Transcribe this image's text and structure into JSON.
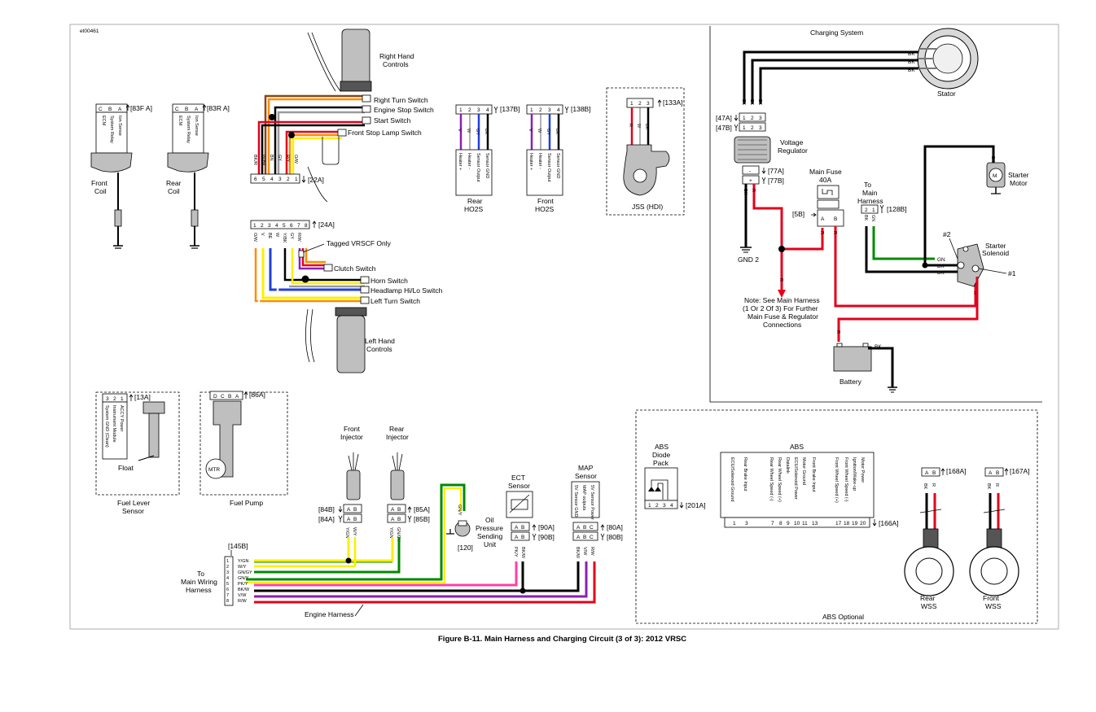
{
  "figure_id": "et00461",
  "caption": "Figure B-11. Main Harness and Charging Circuit (3 of 3): 2012 VRSC",
  "colors": {
    "black": "#000000",
    "red": "#e3001b",
    "green": "#008a00",
    "yellow": "#ffee00",
    "orange": "#ff8c00",
    "blue": "#1f3fe0",
    "violet": "#8b1fb4",
    "pink": "#ff3fa6",
    "brown": "#8b4513",
    "grey": "#9a9a9a",
    "white": "#ffffff"
  },
  "coils": {
    "front": {
      "conn": "[83F A]",
      "pins": [
        "C",
        "B",
        "A"
      ],
      "wires": [
        "ECM",
        "System Relay",
        "Ion Sense"
      ],
      "label1": "Front",
      "label2": "Coil"
    },
    "rear": {
      "conn": "[83R A]",
      "pins": [
        "C",
        "B",
        "A"
      ],
      "wires": [
        "ECM",
        "System Relay",
        "Ion Sense"
      ],
      "label1": "Rear",
      "label2": "Coil"
    }
  },
  "right_controls": {
    "label1": "Right Hand",
    "label2": "Controls",
    "switches": [
      "Right Turn Switch",
      "Engine Stop Switch",
      "Start Switch",
      "Front Stop Lamp Switch"
    ],
    "conn": "[22A]",
    "pins": [
      "6",
      "5",
      "4",
      "3",
      "2",
      "1"
    ],
    "wires": [
      "BK/R",
      "W/BK",
      "BN",
      "GY",
      "R/Y",
      "O/W"
    ]
  },
  "left_controls": {
    "label1": "Left Hand",
    "label2": "Controls",
    "conn": "[24A]",
    "pins": [
      "1",
      "2",
      "3",
      "4",
      "5",
      "6",
      "7",
      "8"
    ],
    "wires": [
      "O/W",
      "V",
      "BE",
      "W",
      "Y/BK",
      "GY",
      "R/W"
    ],
    "switches": [
      "Tagged VRSCF Only",
      "Clutch Switch",
      "Horn Switch",
      "Headlamp Hi/Lo Switch",
      "Left Turn Switch"
    ]
  },
  "ho2s": {
    "rear": {
      "conn": "[137B]",
      "pins": [
        "1",
        "2",
        "3",
        "4"
      ],
      "wires": [
        "V",
        "W",
        "GY",
        "BK"
      ],
      "funcs": [
        "Heater +",
        "Heater -",
        "Sensor Output",
        "Sensor GND"
      ],
      "label1": "Rear",
      "label2": "HO2S"
    },
    "front": {
      "conn": "[138B]",
      "pins": [
        "1",
        "2",
        "3",
        "4"
      ],
      "wires": [
        "V",
        "W",
        "GY",
        "BK"
      ],
      "funcs": [
        "Heater +",
        "Heater -",
        "Sensor Output",
        "Sensor GND"
      ],
      "label1": "Front",
      "label2": "HO2S"
    }
  },
  "jss": {
    "conn": "[133A]",
    "pins": [
      "1",
      "2",
      "3"
    ],
    "wires": [
      "R",
      "W",
      "BK"
    ],
    "label": "JSS (HDI)"
  },
  "charging": {
    "title": "Charging System",
    "stator": "Stator",
    "stator_wires": [
      "BK",
      "BK",
      "BK"
    ],
    "reg_conns": [
      "[47A]",
      "[47B]"
    ],
    "reg_pins": [
      "1",
      "2",
      "3"
    ],
    "regulator1": "Voltage",
    "regulator2": "Regulator",
    "conn77a": "[77A]",
    "conn77b": "[77B]",
    "pin_minus": "-",
    "pin_plus": "+",
    "gnd": "GND 2",
    "fuse1": "Main Fuse",
    "fuse2": "40A",
    "fuse_conn": "[5B]",
    "fuse_pins": [
      "A",
      "B"
    ],
    "to_main1": "To",
    "to_main2": "Main",
    "to_main3": "Harness",
    "conn128": "[128B]",
    "conn128_pins": [
      "2",
      "1"
    ],
    "conn128_wires": [
      "BK",
      "GN"
    ],
    "note": [
      "Note: See Main Harness",
      "(1 Or 2 Of 3) For Further",
      "Main Fuse & Regulator",
      "Connections"
    ],
    "starter_motor1": "Starter",
    "starter_motor2": "Motor",
    "motor_symbol": "M",
    "solenoid1": "Starter",
    "solenoid2": "Solenoid",
    "term2": "#2",
    "term1": "#1",
    "sol_wires": [
      "GN",
      "BK",
      "BK"
    ],
    "battery": "Battery",
    "w_r": "R",
    "w_bk": "BK",
    "w_gn": "GN"
  },
  "fuel_level": {
    "conn": "[13A]",
    "pins": [
      "3",
      "2",
      "1"
    ],
    "wires": [
      "System GND (Clean)",
      "Instrument Module",
      "ACCY Power"
    ],
    "float": "Float",
    "label1": "Fuel Lever",
    "label2": "Sensor"
  },
  "fuel_pump": {
    "conn": "[86A]",
    "pins": [
      "D",
      "C",
      "B",
      "A"
    ],
    "motor": "MTR",
    "label": "Fuel Pump"
  },
  "injectors": {
    "front": {
      "label1": "Front",
      "label2": "Injector",
      "conn1": "[84B]",
      "conn2": "[84A]",
      "pins": [
        "A",
        "B"
      ],
      "wires": [
        "Y/GN",
        "W/Y"
      ]
    },
    "rear": {
      "label1": "Rear",
      "label2": "Injector",
      "conn1": "[85A]",
      "conn2": "[85B]",
      "pins": [
        "A",
        "B"
      ],
      "wires": [
        "Y/GN",
        "GN/GY"
      ]
    }
  },
  "oil_pressure": {
    "wire": "GN/Y",
    "conn": "[120]",
    "label": [
      "Oil",
      "Pressure",
      "Sending",
      "Unit"
    ]
  },
  "ect": {
    "label1": "ECT",
    "label2": "Sensor",
    "conn1": "[90A]",
    "conn2": "[90B]",
    "pins": [
      "A",
      "B"
    ],
    "wires": [
      "PK/Y",
      "BK/W"
    ]
  },
  "map": {
    "label1": "MAP",
    "label2": "Sensor",
    "funcs": [
      "5V Sensor GND",
      "MAP outputs",
      "5V Sensor Power"
    ],
    "conn1": "[80A]",
    "conn2": "[80B]",
    "pins": [
      "A",
      "B",
      "C"
    ],
    "wires": [
      "BK/W",
      "V/W",
      "R/W"
    ]
  },
  "main_wiring": {
    "conn": "[145B]",
    "label": [
      "To",
      "Main Wiring",
      "Harness"
    ],
    "pins": [
      "1",
      "2",
      "3",
      "4",
      "5",
      "6",
      "7",
      "8"
    ],
    "wires": [
      "Y/GN",
      "W/Y",
      "GN/GY",
      "GN/Y",
      "PK/Y",
      "BK/W",
      "V/W",
      "R/W"
    ],
    "harness": "Engine Harness"
  },
  "abs": {
    "title": "ABS",
    "optional": "ABS Optional",
    "diode1": "ABS",
    "diode2": "Diode",
    "diode3": "Pack",
    "diode_conn": "[201A]",
    "diode_pins": [
      "1",
      "2",
      "3",
      "4"
    ],
    "module_conn": "[166A]",
    "funcs": [
      "ECU/Solenoid Ground",
      "Rear Brake Input",
      "Rear Wheel Speed (-)",
      "Rear Wheel Speed (+)",
      "Datalink",
      "ECU/Solenoid Power",
      "Motor Ground",
      "Front Brake Input",
      "Front Wheel Speed (+)",
      "Front Wheel Speed (-)",
      "Ignition/Wake-up",
      "Motor Power"
    ],
    "pin_numbers": [
      "1",
      "3",
      "7",
      "8",
      "9",
      "10",
      "11",
      "13",
      "17",
      "18",
      "19",
      "20"
    ],
    "rear_wss": {
      "conn": "[168A]",
      "pins": [
        "A",
        "B"
      ],
      "wires": [
        "BK",
        "R"
      ],
      "label1": "Rear",
      "label2": "WSS"
    },
    "front_wss": {
      "conn": "[167A]",
      "pins": [
        "A",
        "B"
      ],
      "wires": [
        "BK",
        "R"
      ],
      "label1": "Front",
      "label2": "WSS"
    }
  }
}
